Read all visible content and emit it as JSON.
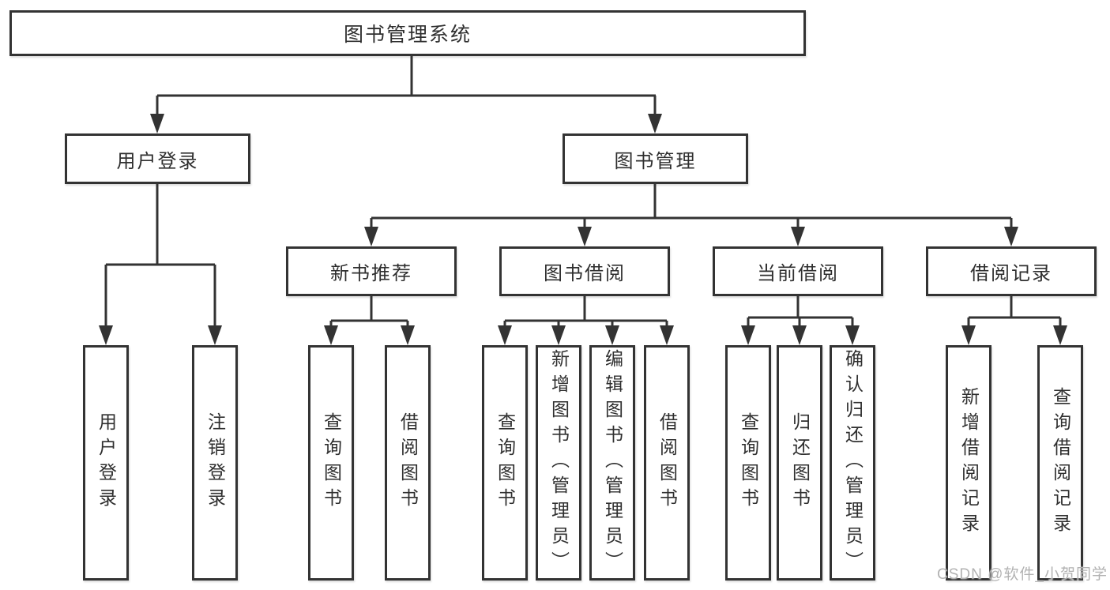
{
  "diagram": {
    "root": {
      "label": "图书管理系统"
    },
    "level2": [
      {
        "label": "用户登录"
      },
      {
        "label": "图书管理"
      }
    ],
    "level3": [
      {
        "label": "新书推荐"
      },
      {
        "label": "图书借阅"
      },
      {
        "label": "当前借阅"
      },
      {
        "label": "借阅记录"
      }
    ],
    "leaves": [
      {
        "label": "用户登录"
      },
      {
        "label": "注销登录"
      },
      {
        "label": "查询图书"
      },
      {
        "label": "借阅图书"
      },
      {
        "label": "查询图书"
      },
      {
        "label": "新增图书（管理员）"
      },
      {
        "label": "编辑图书（管理员）"
      },
      {
        "label": "借阅图书"
      },
      {
        "label": "查询图书"
      },
      {
        "label": "归还图书"
      },
      {
        "label": "确认归还（管理员）"
      },
      {
        "label": "新增借阅记录"
      },
      {
        "label": "查询借阅记录"
      }
    ],
    "watermark": "CSDN @软件_小贺同学",
    "colors": {
      "line": "#333333",
      "text": "#2f2f2f",
      "watermark": "#b2b2b2",
      "background": "#ffffff"
    }
  }
}
